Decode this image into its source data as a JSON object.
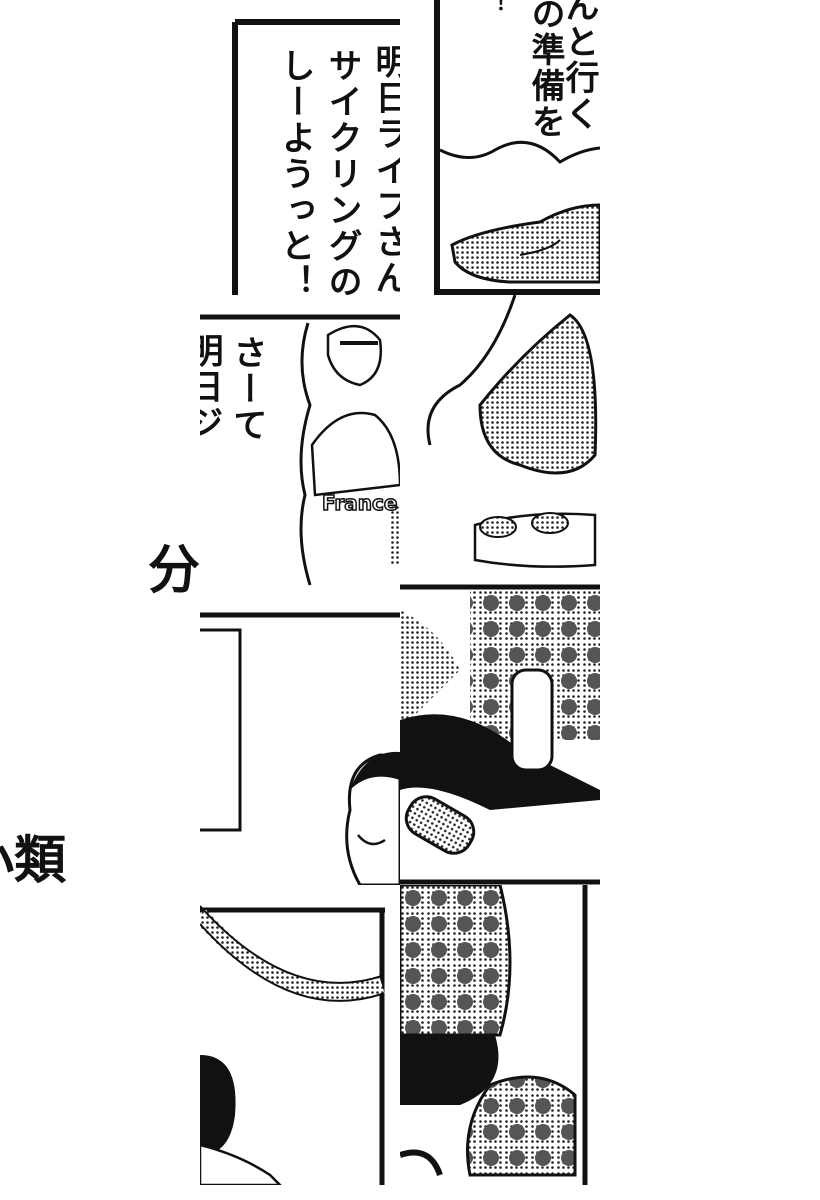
{
  "panels": {
    "narration_box": {
      "lines": [
        "明日ライフさんと",
        "サイクリングの",
        "しーようっと！"
      ]
    },
    "speech_bubble_top": {
      "lines": [
        "んと行く",
        "の準備を",
        "！"
      ]
    },
    "speech_bubble_mid": {
      "lines": [
        "さーて",
        "明日ジ"
      ]
    },
    "shirt_text": "France"
  },
  "overlay_text": {
    "bunrui": "分",
    "shourui": "小類"
  },
  "colors": {
    "ink": "#111111",
    "paper": "#ffffff",
    "screentone": "#9a9a9a"
  }
}
